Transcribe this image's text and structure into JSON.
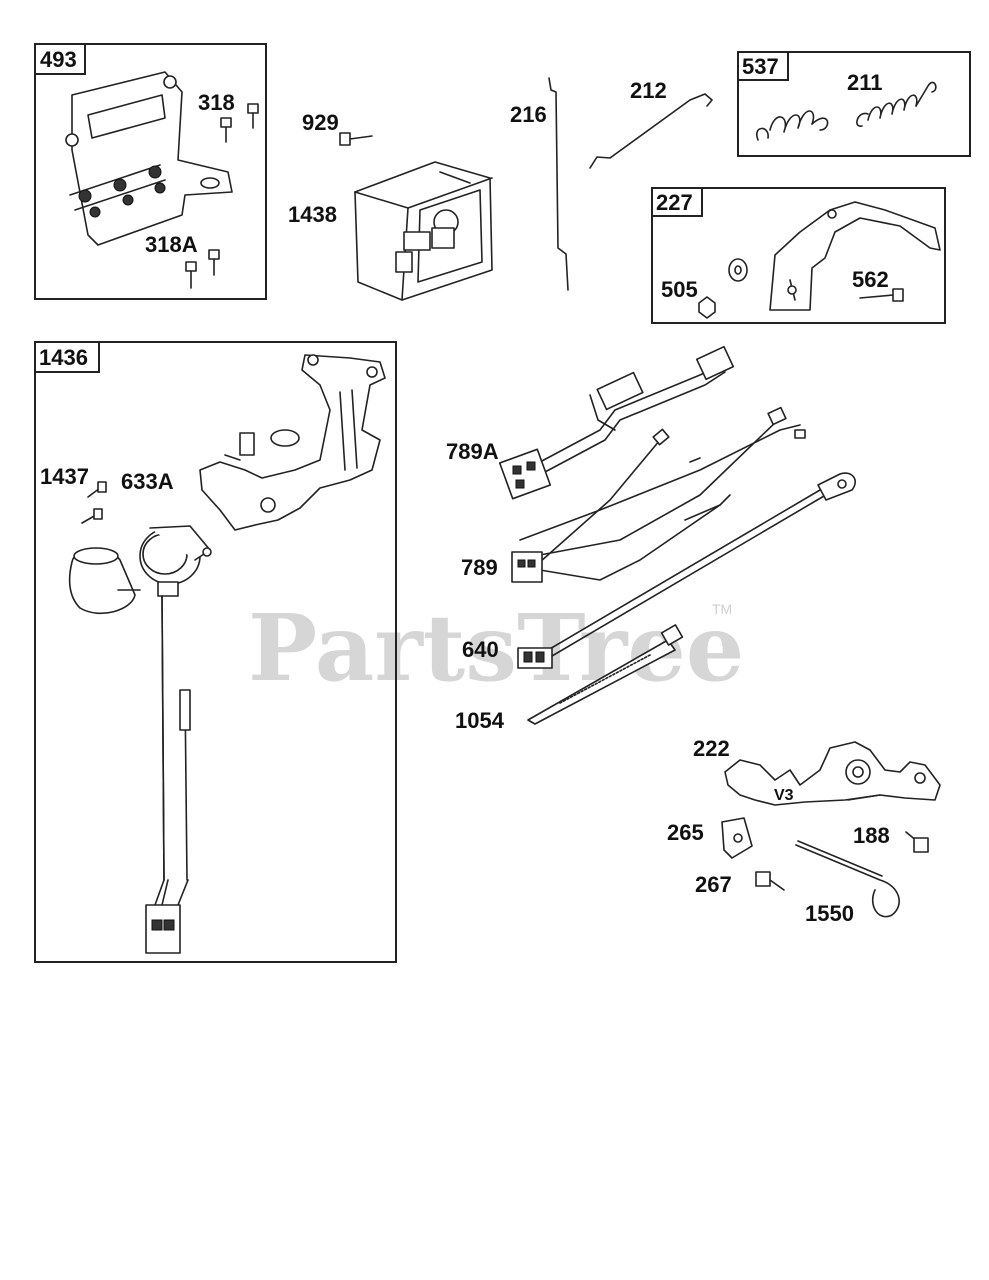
{
  "watermark": {
    "text": "PartsTree",
    "trademark": "TM"
  },
  "boxed_groups": [
    {
      "id": "493"
    },
    {
      "id": "537"
    },
    {
      "id": "227"
    },
    {
      "id": "1436"
    }
  ],
  "parts": {
    "p318": "318",
    "p318A": "318A",
    "p929": "929",
    "p1438": "1438",
    "p216": "216",
    "p212": "212",
    "p211": "211",
    "p505": "505",
    "p562": "562",
    "p1437": "1437",
    "p633A": "633A",
    "p789A": "789A",
    "p789": "789",
    "p640": "640",
    "p1054": "1054",
    "p222": "222",
    "pV3": "V3",
    "p265": "265",
    "p188": "188",
    "p267": "267",
    "p1550": "1550"
  }
}
